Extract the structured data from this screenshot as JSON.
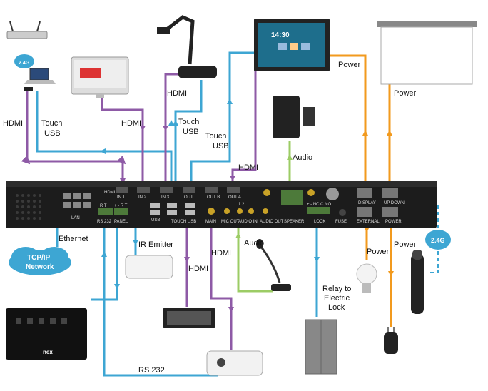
{
  "labels": {
    "hdmi": "HDMI",
    "touch": "Touch",
    "usb": "USB",
    "power": "Power",
    "audio": "Audio",
    "ethernet": "Ethernet",
    "tcpip_line1": "TCP/IP",
    "tcpip_line2": "Network",
    "ir_emitter": "IR Emitter",
    "rs232": "RS 232",
    "relay_line1": "Relay to",
    "relay_line2": "Electric",
    "relay_line3": "Lock",
    "wifi_router": "2.4G",
    "wifi_mic": "2.4G"
  },
  "device_ports": {
    "hdmi_in1": "HDMI",
    "hdmi_in1_num": "IN 1",
    "hdmi_in2": "IN 2",
    "hdmi_in3": "IN 3",
    "out_a": "OUT",
    "out_b": "OUT B",
    "out_c": "OUT A",
    "lan": "LAN",
    "rs232": "RS 232",
    "panel": "PANEL",
    "usb": "USB",
    "touch_usb": "TOUCH USB",
    "main": "MAIN",
    "mic_out": "MIC OUT",
    "audio_in": "AUDIO IN",
    "audio_out": "AUDIO OUT",
    "speaker": "SPEAKER",
    "lock": "LOCK",
    "fuse": "FUSE",
    "display": "DISPLAY",
    "external": "EXTERNAL",
    "up_down": "UP DOWN",
    "power": "POWER",
    "rtx": "R  T",
    "plus_minus": "+ -  R  T",
    "nc_c_no": "+ - NC C NO",
    "audio_in_nums": "1    2"
  },
  "screen_time": "14:30",
  "panel_brand": "nex",
  "colors": {
    "hdmi": "#8e5aa6",
    "usb_touch": "#3da6d3",
    "power": "#f29a1e",
    "audio": "#9ccc65",
    "device": "#1c1c1c"
  }
}
